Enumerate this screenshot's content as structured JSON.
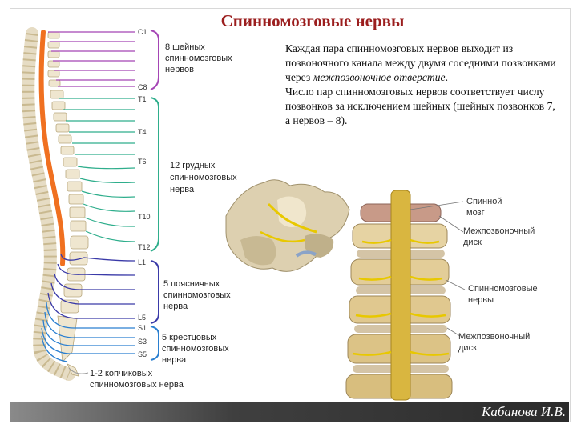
{
  "slide": {
    "title": "Спинномозговые нервы",
    "paragraph1_a": "Каждая пара спинномозговых нервов выходит из позвоночного канала между двумя соседними позвонками через ",
    "paragraph1_em": "межпозвоночное отверстие",
    "paragraph1_b": ".",
    "paragraph2": "Число пар спинномозговых нервов соответствует числу позвонков за исключением шейных (шейных позвонков 7, а нервов – 8).",
    "author": "Кабанова И.В."
  },
  "left_diagram": {
    "vertebra_labels": [
      "C1",
      "C8",
      "T1",
      "T4",
      "T6",
      "T10",
      "T12",
      "L1",
      "L5",
      "S1",
      "S3",
      "S5"
    ],
    "groups": [
      {
        "lines": [
          "8 шейных",
          "спинномозговых",
          "нервов"
        ],
        "color": "#a545b5"
      },
      {
        "lines": [
          "12 грудных",
          "спинномозговых",
          "нерва"
        ],
        "color": "#2fae8c"
      },
      {
        "lines": [
          "5 поясничных",
          "спинномозговых",
          "нерва"
        ],
        "color": "#3a3aa8"
      },
      {
        "lines": [
          "5 крестцовых",
          "спинномозговых",
          "нерва"
        ],
        "color": "#2a7fd0"
      }
    ],
    "coccygeal": [
      "1-2 копчиковых",
      "спинномозговых нерва"
    ]
  },
  "right_diagram": {
    "labels": [
      {
        "lines": [
          "Спинной",
          "мозг"
        ]
      },
      {
        "lines": [
          "Межпозвоночный",
          "диск"
        ]
      },
      {
        "lines": [
          "Спинномозговые",
          "нервы"
        ]
      },
      {
        "lines": [
          "Межпозвоночный",
          "диск"
        ]
      }
    ]
  },
  "colors": {
    "title": "#9b1e1e",
    "cord": "#f07020",
    "cervical": "#a545b5",
    "thoracic": "#2fae8c",
    "lumbar": "#3a3aa8",
    "sacral": "#2a7fd0",
    "bone": "#e8dcc0"
  }
}
